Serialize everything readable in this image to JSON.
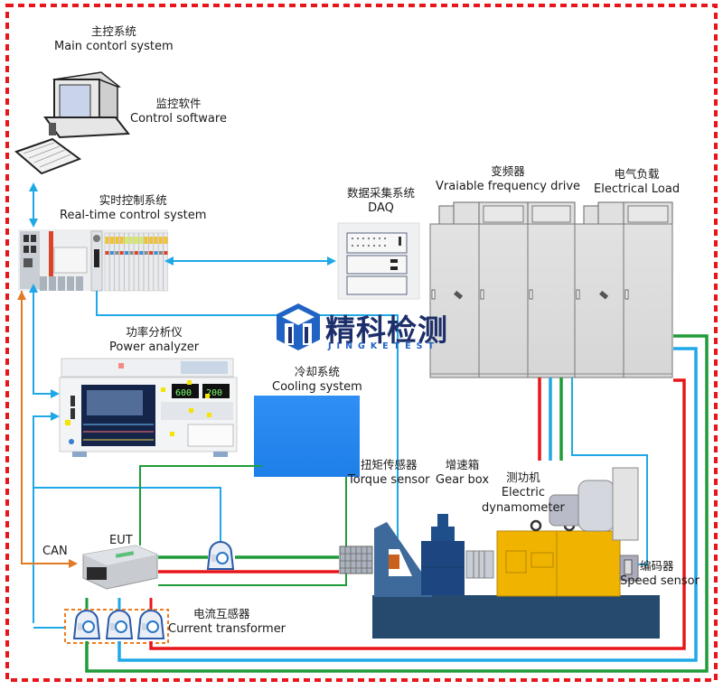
{
  "colors": {
    "frame": "#e8161b",
    "signal": "#1fa8e8",
    "can": "#e07a25",
    "power_green": "#1f9c38",
    "power_red": "#e8161b",
    "cooling": "#2e8ff0",
    "base": "#264a6e",
    "dyno": "#f0b400",
    "logo_dark": "#1d2f6b",
    "logo_blue": "#2063c4"
  },
  "labels": {
    "main_control": {
      "zh": "主控系统",
      "en": "Main contorl  system"
    },
    "control_software": {
      "zh": "监控软件",
      "en": "Control software"
    },
    "realtime": {
      "zh": "实时控制系统",
      "en": "Real-time control system"
    },
    "daq": {
      "zh": "数据采集系统",
      "en": "DAQ"
    },
    "vfd": {
      "zh": "变频器",
      "en": "Vraiable frequency drive"
    },
    "load": {
      "zh": "电气负载",
      "en": "Electrical Load"
    },
    "power_analyzer": {
      "zh": "功率分析仪",
      "en": "Power analyzer"
    },
    "cooling": {
      "zh": "冷却系统",
      "en": "Cooling system"
    },
    "torque": {
      "zh": "扭矩传感器",
      "en": "Torque sensor"
    },
    "gearbox": {
      "zh": "增速箱",
      "en": "Gear box"
    },
    "dyno": {
      "zh": "测功机",
      "en": "Electric",
      "en2": "dynamometer"
    },
    "speed": {
      "zh": "编码器",
      "en": "Speed sensor"
    },
    "current_tf": {
      "zh": "电流互感器",
      "en": "Current transformer"
    },
    "eut": "EUT",
    "can": "CAN"
  },
  "logo": {
    "zh": "精科检测",
    "en": "JINGKETEST"
  },
  "power_analyzer_readouts": [
    "600",
    "200"
  ]
}
